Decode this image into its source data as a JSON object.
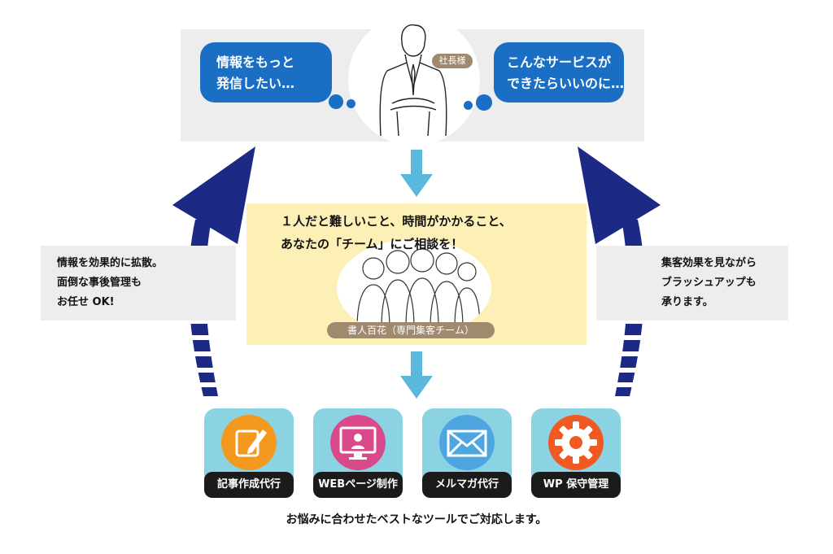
{
  "client": {
    "bubble_left": "情報をもっと\n発信したい…",
    "bubble_right": "こんなサービスが\nできたらいいのに…",
    "role_tag": "社長様"
  },
  "team": {
    "message": "１人だと難しいこと、時間がかかること、\nあなたの「チーム」にご相談を！",
    "tag": "書人百花（専門集客チーム）"
  },
  "left_note": "情報を効果的に拡散。\n面倒な事後管理も\nお任せ OK!",
  "right_note": "集客効果を見ながら\nブラッシュアップも\n承ります。",
  "tools": [
    {
      "label": "記事作成代行",
      "icon": "pencil-note-icon",
      "color": "#f39a1e"
    },
    {
      "label": "WEBページ制作",
      "icon": "monitor-icon",
      "color": "#d94a8a"
    },
    {
      "label": "メルマガ代行",
      "icon": "mail-icon",
      "color": "#4da6e0"
    },
    {
      "label": "WP 保守管理",
      "icon": "gear-icon",
      "color": "#f05a22"
    }
  ],
  "footer": "お悩みに合わせたベストなツールでご対応します。",
  "colors": {
    "bubble_blue": "#1a6fc4",
    "arrow_navy": "#1c2a86",
    "arrow_light": "#5bb8dd",
    "panel_gray": "#ededed",
    "panel_yellow": "#fdf0b6",
    "tool_bg": "#8bd3e2"
  }
}
